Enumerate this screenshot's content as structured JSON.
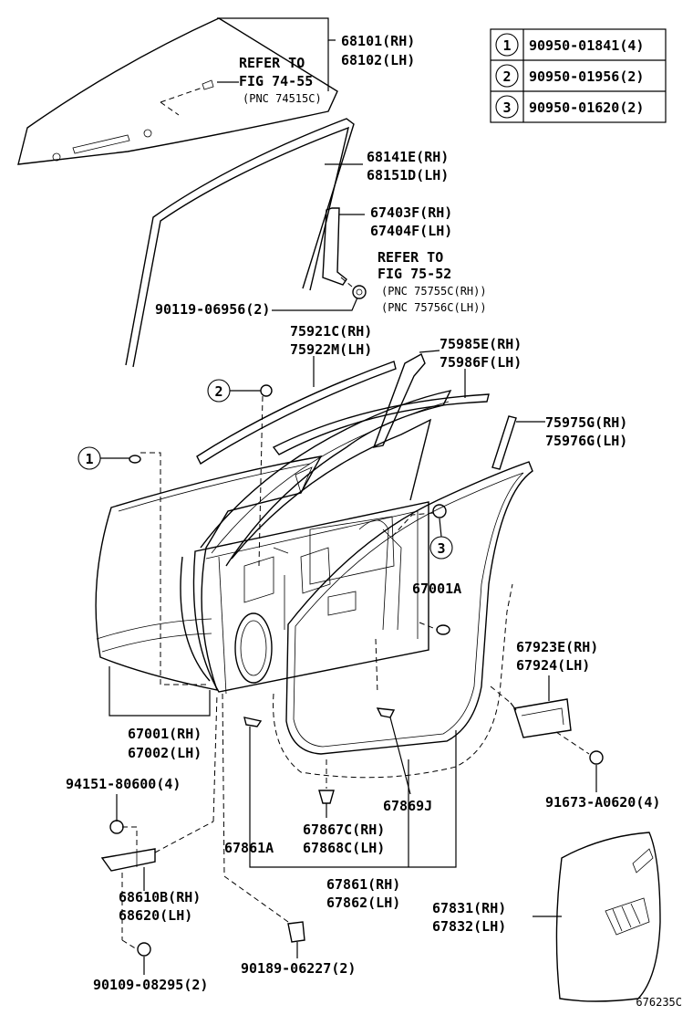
{
  "figure_id": "676235C",
  "callout_table": [
    {
      "num": "1",
      "part": "90950-01841(4)"
    },
    {
      "num": "2",
      "part": "90950-01956(2)"
    },
    {
      "num": "3",
      "part": "90950-01620(2)"
    }
  ],
  "labels": {
    "glass_rh": "68101(RH)",
    "glass_lh": "68102(LH)",
    "refer_a_1": "REFER TO",
    "refer_a_2": "FIG 74-55",
    "refer_a_3": "(PNC 74515C)",
    "run_rh": "68141E(RH)",
    "run_lh": "68151D(LH)",
    "sash_rh": "67403F(RH)",
    "sash_lh": "67404F(LH)",
    "refer_b_1": "REFER TO",
    "refer_b_2": "FIG 75-52",
    "refer_b_3": "(PNC 75755C(RH))",
    "refer_b_4": "(PNC 75756C(LH))",
    "screw": "90119-06956(2)",
    "mold_a_rh": "75921C(RH)",
    "mold_a_lh": "75922M(LH)",
    "mold_b_rh": "75985E(RH)",
    "mold_b_lh": "75986F(LH)",
    "mold_c_rh": "75975G(RH)",
    "mold_c_lh": "75976G(LH)",
    "door_a": "67001A",
    "door_rh": "67001(RH)",
    "door_lh": "67002(LH)",
    "pad_rh": "67923E(RH)",
    "pad_lh": "67924(LH)",
    "bolt_a": "94151-80600(4)",
    "bolt_b": "91673-A0620(4)",
    "clip_j": "67869J",
    "ws_c_rh": "67867C(RH)",
    "ws_c_lh": "67868C(LH)",
    "ws_a": "67861A",
    "ws_rh": "67861(RH)",
    "ws_lh": "67862(LH)",
    "hinge_rh": "68610B(RH)",
    "hinge_lh": "68620(LH)",
    "cover_rh": "67831(RH)",
    "cover_lh": "67832(LH)",
    "bolt_c": "90109-08295(2)",
    "clip_c": "90189-06227(2)"
  },
  "callouts": {
    "one": "1",
    "two": "2",
    "three": "3"
  }
}
